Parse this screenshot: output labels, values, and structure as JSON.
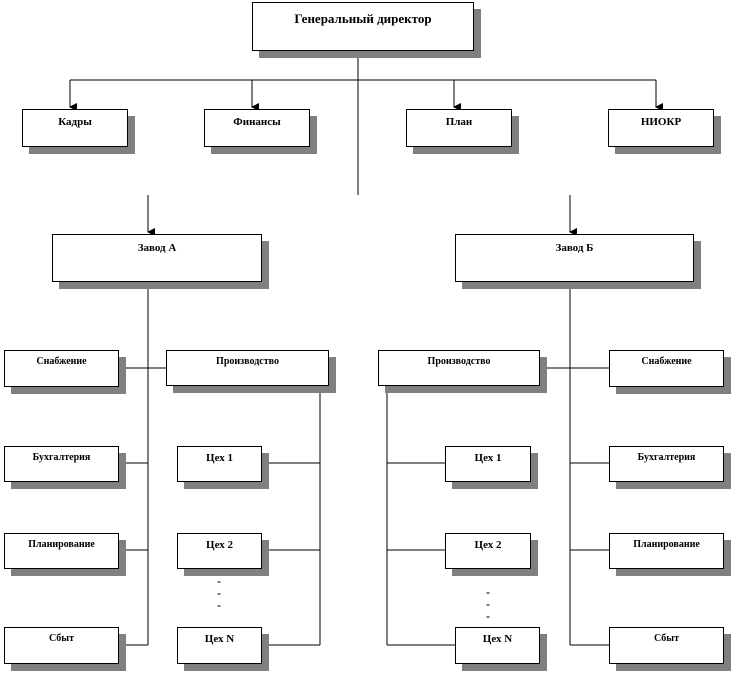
{
  "ceo": "Генеральный директор",
  "departments": {
    "hr": "Кадры",
    "finance": "Финансы",
    "plan": "План",
    "rnd": "НИОКР"
  },
  "plant_a": {
    "title": "Завод  А",
    "supply": "Снабжение",
    "production": "Производство",
    "accounting": "Бухгалтерия",
    "planning": "Планирование",
    "sales": "Сбыт",
    "shop_1": "Цех 1",
    "shop_2": "Цех 2",
    "shop_n": "Цех N",
    "ellipsis": "-\n-\n-"
  },
  "plant_b": {
    "title": "Завод  Б",
    "production": "Производство",
    "supply": "Снабжение",
    "accounting": "Бухгалтерия",
    "planning": "Планирование",
    "sales": "Сбыт",
    "shop_1": "Цех 1",
    "shop_2": "Цех 2",
    "shop_n": "Цех N",
    "ellipsis": "-\n-\n-"
  }
}
